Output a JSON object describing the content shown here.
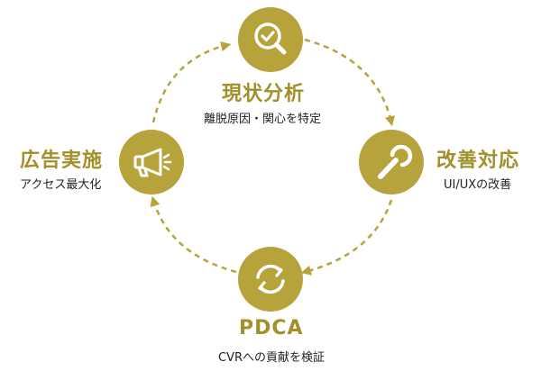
{
  "colors": {
    "accent": "#b7a33b",
    "title_text": "#a2902c",
    "icon_stroke": "#ffffff",
    "subtitle_text": "#222222"
  },
  "nodes": {
    "analysis": {
      "title": "現状分析",
      "subtitle": "離脱原因・関心を特定",
      "icon": "magnifier-check-icon"
    },
    "improve": {
      "title": "改善対応",
      "subtitle": "UI/UXの改善",
      "icon": "wrench-icon"
    },
    "pdca": {
      "title": "PDCA",
      "subtitle": "CVRへの貢献を検証",
      "icon": "refresh-arrows-icon"
    },
    "ads": {
      "title": "広告実施",
      "subtitle": "アクセス最大化",
      "icon": "megaphone-icon"
    }
  }
}
